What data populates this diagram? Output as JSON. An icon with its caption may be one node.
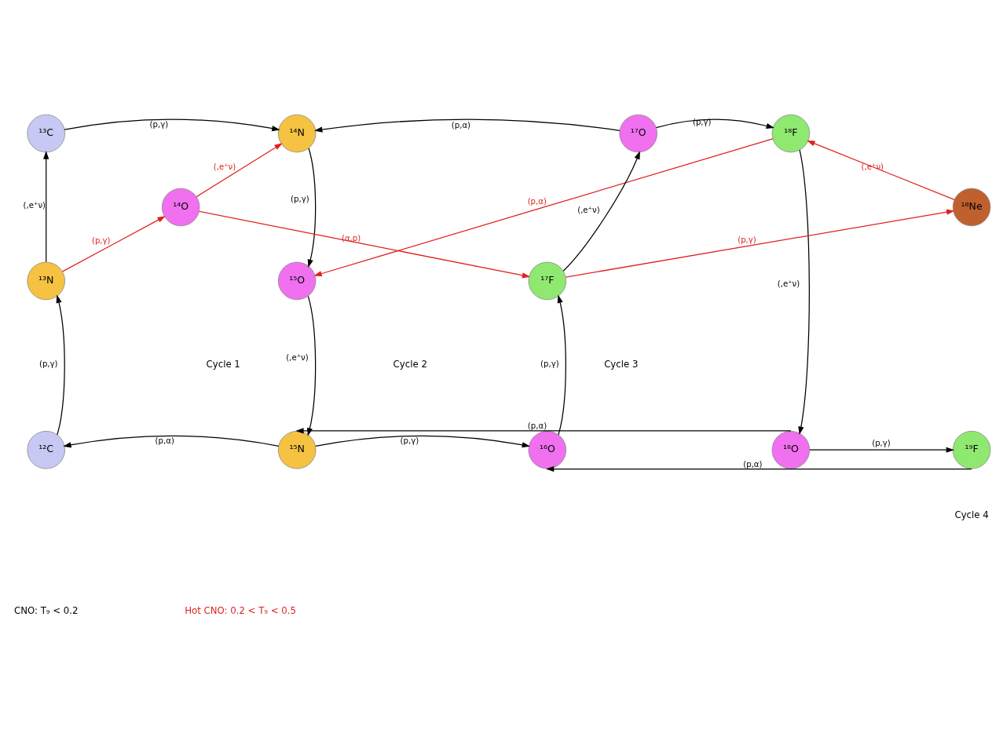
{
  "diagram": {
    "nodes": [
      {
        "text": [
          "¹³C"
        ]
      },
      {
        "text": [
          "¹⁴N"
        ]
      },
      {
        "text": [
          "¹⁷O"
        ]
      },
      {
        "text": [
          "¹⁸F"
        ]
      },
      {
        "text": [
          "¹⁴O"
        ]
      },
      {
        "text": [
          "¹⁸Ne"
        ]
      },
      {
        "text": [
          "¹³N"
        ]
      },
      {
        "text": [
          "¹⁵O"
        ]
      },
      {
        "text": [
          "¹⁷F"
        ]
      },
      {
        "text": [
          "¹²C"
        ]
      },
      {
        "text": [
          "¹⁵N"
        ]
      },
      {
        "text": [
          "¹⁶O"
        ]
      },
      {
        "text": [
          "¹⁸O"
        ]
      },
      {
        "text": [
          "¹⁹F"
        ]
      }
    ],
    "edges": [
      {
        "from": 0,
        "to": 1,
        "arrow": "to",
        "label": "(p,γ)"
      },
      {
        "from": 2,
        "to": 1,
        "arrow": "to",
        "label": "(p,α)"
      },
      {
        "from": 2,
        "to": 3,
        "arrow": "to",
        "label": "(p,γ)"
      },
      {
        "from": 6,
        "to": 0,
        "arrow": "to",
        "label": "(,e⁺ν)"
      },
      {
        "from": 1,
        "to": 7,
        "arrow": "to",
        "label": "(p,γ)"
      },
      {
        "from": 8,
        "to": 2,
        "arrow": "to",
        "label": "(,e⁺ν)"
      },
      {
        "from": 3,
        "to": 12,
        "arrow": "to",
        "label": "(,e⁺ν)"
      },
      {
        "from": 6,
        "to": 4,
        "arrow": "to",
        "label": "(p,γ)",
        "color": "#e02020"
      },
      {
        "from": 4,
        "to": 1,
        "arrow": "to",
        "label": "(,e⁺ν)",
        "color": "#e02020"
      },
      {
        "from": 4,
        "to": 8,
        "arrow": "to",
        "label": "(α,p)",
        "color": "#e02020"
      },
      {
        "from": 3,
        "to": 7,
        "arrow": "to",
        "label": "(p,α)",
        "color": "#e02020"
      },
      {
        "from": 5,
        "to": 3,
        "arrow": "to",
        "label": "(,e⁺ν)",
        "color": "#e02020"
      },
      {
        "from": 8,
        "to": 5,
        "arrow": "to",
        "label": "(p,γ)",
        "color": "#e02020"
      },
      {
        "from": 9,
        "to": 6,
        "arrow": "to",
        "label": "(p,γ)"
      },
      {
        "from": 7,
        "to": 10,
        "arrow": "to",
        "label": "(,e⁺ν)"
      },
      {
        "from": 10,
        "to": 9,
        "arrow": "to",
        "label": "(p,α)"
      },
      {
        "from": 10,
        "to": 11,
        "arrow": "to",
        "label": "(p,γ)"
      },
      {
        "from": 11,
        "to": 8,
        "arrow": "to",
        "label": "(p,γ)"
      },
      {
        "from": 12,
        "to": 13,
        "arrow": "to",
        "label": "(p,γ)"
      },
      {
        "from": 12,
        "to": 10,
        "arrow": "to",
        "label": "(p,α)"
      },
      {
        "from": 13,
        "to": 11,
        "arrow": "to",
        "label": "(p,α)"
      }
    ],
    "labels": [
      "Cycle 1",
      "Cycle 2",
      "Cycle 3",
      "Cycle 4",
      "CNO: T₉ < 0.2",
      "Hot CNO: 0.2 < T₉ < 0.5"
    ]
  }
}
